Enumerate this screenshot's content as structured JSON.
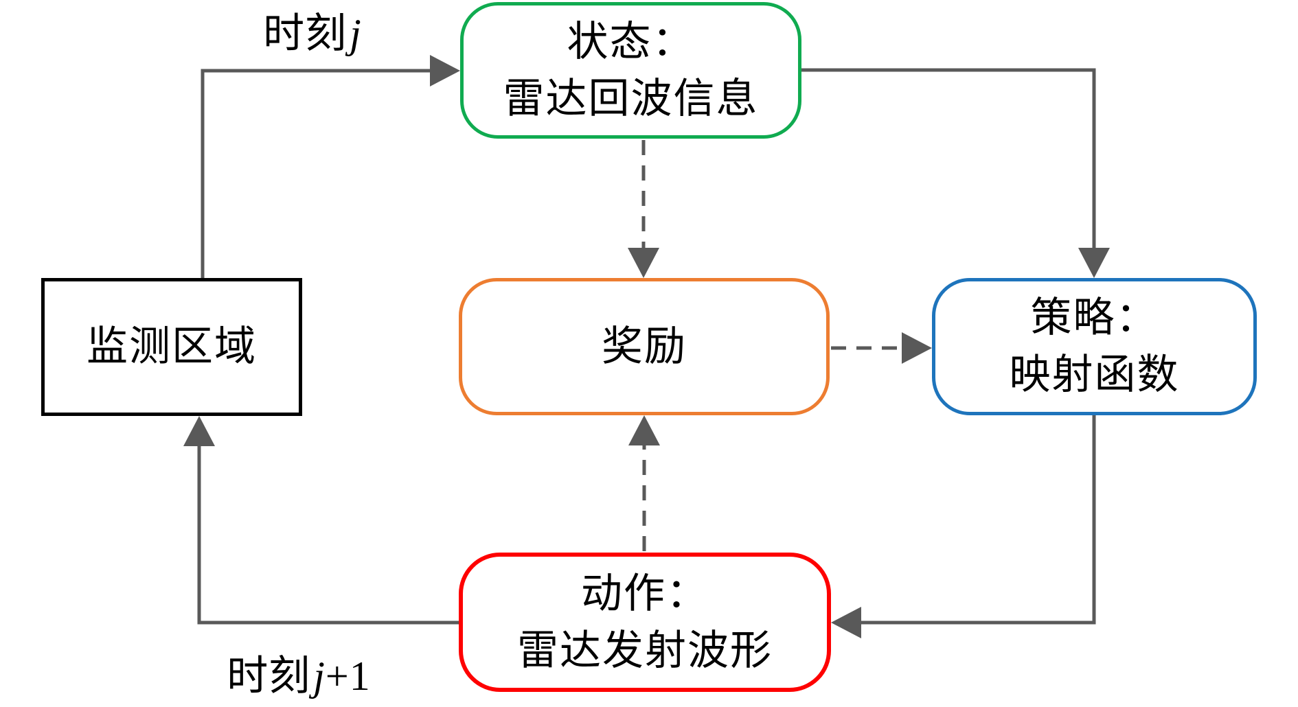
{
  "diagram": {
    "title_hint": "reinforcement-learning radar loop",
    "nodes": {
      "state": {
        "lines": [
          "状态：",
          "雷达回波信息"
        ],
        "border_color": "#10AB50"
      },
      "environment": {
        "lines": [
          "监测区域"
        ],
        "border_color": "#000000"
      },
      "reward": {
        "lines": [
          "奖励"
        ],
        "border_color": "#ED7D31"
      },
      "policy": {
        "lines": [
          "策略：",
          "映射函数"
        ],
        "border_color": "#1E74BC"
      },
      "action": {
        "lines": [
          "动作：",
          "雷达发射波形"
        ],
        "border_color": "#FE0000"
      }
    },
    "labels": {
      "time_j": {
        "prefix": "时刻",
        "var": "j",
        "suffix": ""
      },
      "time_j_plus_1": {
        "prefix": "时刻",
        "var": "j",
        "suffix": "+1"
      }
    },
    "colors": {
      "connector": "#595959",
      "text": "#000000",
      "background": "#FFFFFF"
    }
  }
}
